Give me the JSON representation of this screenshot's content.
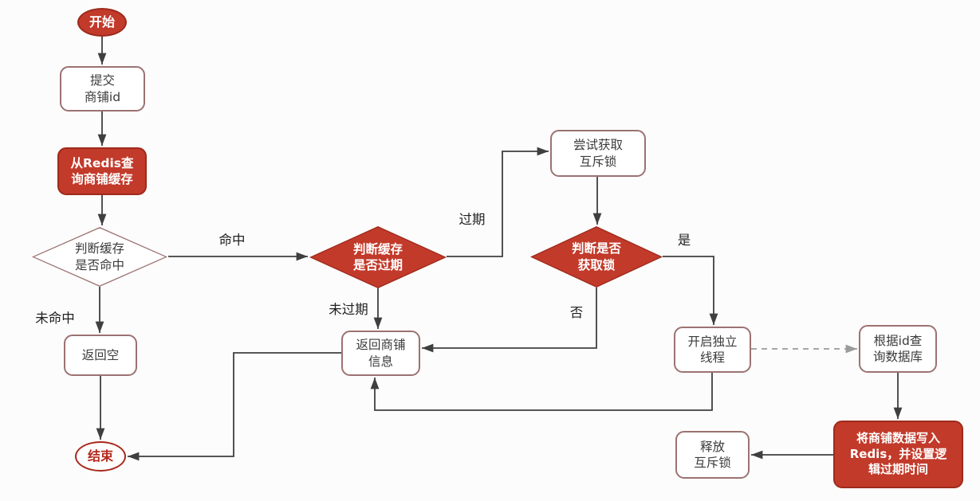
{
  "colors": {
    "red_fill": "#c23a2a",
    "red_border": "#9e2a1b",
    "white_fill": "#ffffff",
    "maroon_border": "#9c7272",
    "end_border": "#a8281c",
    "end_text": "#b5281c",
    "line": "#3f3f3f",
    "dashed_line": "#9a9a9a",
    "text_dark": "#3b3b3b",
    "text_white": "#ffffff"
  },
  "nodes": {
    "start": {
      "label": "开始"
    },
    "submit_id": {
      "label": "提交\n商铺id"
    },
    "query_redis": {
      "label": "从Redis查\n询商铺缓存"
    },
    "check_hit": {
      "label": "判断缓存\n是否命中"
    },
    "return_empty": {
      "label": "返回空"
    },
    "end": {
      "label": "结束"
    },
    "check_expired": {
      "label": "判断缓存\n是否过期"
    },
    "try_lock": {
      "label": "尝试获取\n互斥锁"
    },
    "check_lock": {
      "label": "判断是否\n获取锁"
    },
    "return_shop": {
      "label": "返回商铺\n信息"
    },
    "start_thread": {
      "label": "开启独立\n线程"
    },
    "query_db": {
      "label": "根据id查\n询数据库"
    },
    "write_redis": {
      "label": "将商铺数据写入\nRedis，并设置逻\n辑过期时间"
    },
    "release_lock": {
      "label": "释放\n互斥锁"
    }
  },
  "edge_labels": {
    "hit": "命中",
    "miss": "未命中",
    "expired": "过期",
    "not_expired": "未过期",
    "yes": "是",
    "no": "否"
  }
}
